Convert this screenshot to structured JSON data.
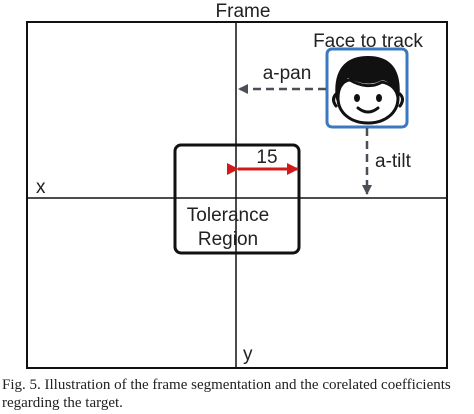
{
  "diagram": {
    "frame_label": "Frame",
    "face_label": "Face to track",
    "pan_label": "a-pan",
    "tilt_label": "a-tilt",
    "x_axis_label": "x",
    "y_axis_label": "y",
    "tolerance_width_label": "15",
    "tolerance_line1": "Tolerance",
    "tolerance_line2": "Region",
    "colors": {
      "lines": "#111111",
      "face_box": "#3a78c2",
      "arrows": "#4a4f57",
      "dimension": "#d11a1a"
    }
  },
  "caption": {
    "line1": "Fig. 5. Illustration of the frame segmentation and the corelated coefficients",
    "line2": "regarding the target."
  }
}
